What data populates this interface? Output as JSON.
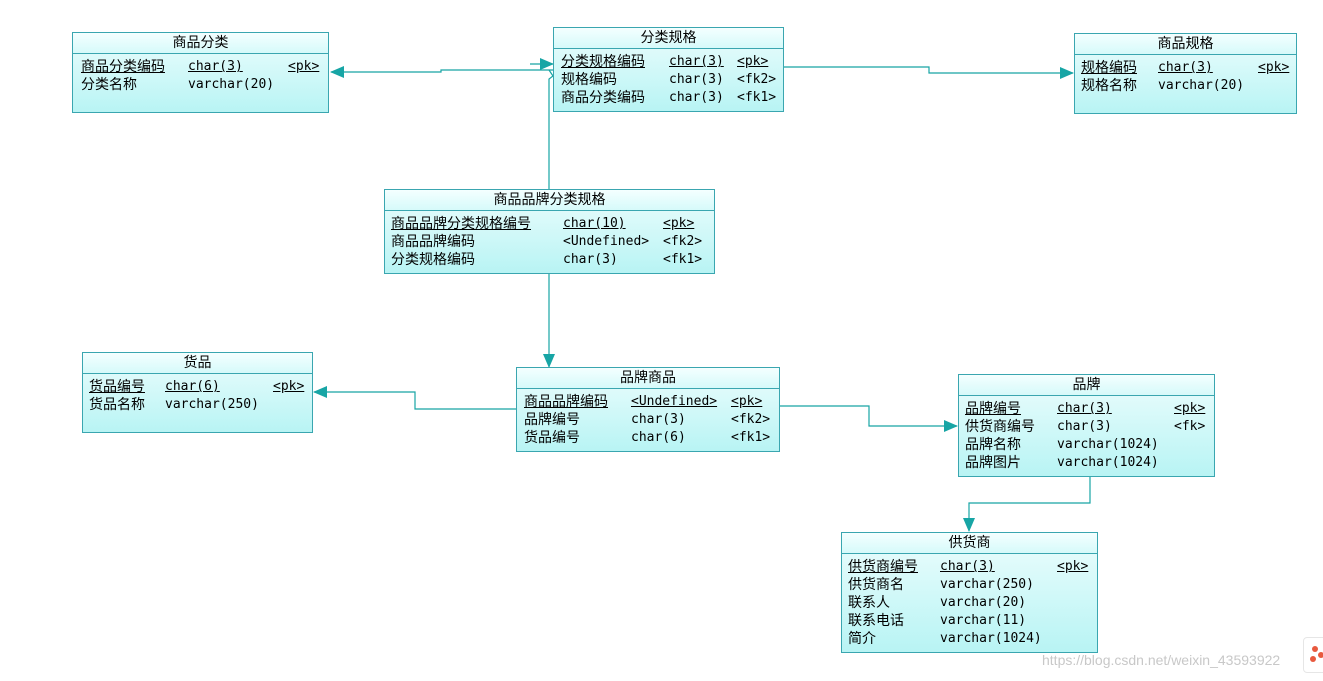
{
  "entities": {
    "category": {
      "title": "商品分类",
      "attrs": [
        {
          "name": "商品分类编码",
          "type": "char(3)",
          "key": "<pk>"
        },
        {
          "name": "分类名称",
          "type": "varchar(20)",
          "key": ""
        }
      ]
    },
    "category_spec": {
      "title": "分类规格",
      "attrs": [
        {
          "name": "分类规格编码",
          "type": "char(3)",
          "key": "<pk>"
        },
        {
          "name": "规格编码",
          "type": "char(3)",
          "key": "<fk2>"
        },
        {
          "name": "商品分类编码",
          "type": "char(3)",
          "key": "<fk1>"
        }
      ]
    },
    "spec": {
      "title": "商品规格",
      "attrs": [
        {
          "name": "规格编码",
          "type": "char(3)",
          "key": "<pk>"
        },
        {
          "name": "规格名称",
          "type": "varchar(20)",
          "key": ""
        }
      ]
    },
    "brand_category_spec": {
      "title": "商品品牌分类规格",
      "attrs": [
        {
          "name": "商品品牌分类规格编号",
          "type": "char(10)",
          "key": "<pk>"
        },
        {
          "name": "商品品牌编码",
          "type": "<Undefined>",
          "key": "<fk2>"
        },
        {
          "name": "分类规格编码",
          "type": "char(3)",
          "key": "<fk1>"
        }
      ]
    },
    "goods": {
      "title": "货品",
      "attrs": [
        {
          "name": "货品编号",
          "type": "char(6)",
          "key": "<pk>"
        },
        {
          "name": "货品名称",
          "type": "varchar(250)",
          "key": ""
        }
      ]
    },
    "brand_goods": {
      "title": "品牌商品",
      "attrs": [
        {
          "name": "商品品牌编码",
          "type": "<Undefined>",
          "key": "<pk>"
        },
        {
          "name": "品牌编号",
          "type": "char(3)",
          "key": "<fk2>"
        },
        {
          "name": "货品编号",
          "type": "char(6)",
          "key": "<fk1>"
        }
      ]
    },
    "brand": {
      "title": "品牌",
      "attrs": [
        {
          "name": "品牌编号",
          "type": "char(3)",
          "key": "<pk>"
        },
        {
          "name": "供货商编号",
          "type": "char(3)",
          "key": "<fk>"
        },
        {
          "name": "品牌名称",
          "type": "varchar(1024)",
          "key": ""
        },
        {
          "name": "品牌图片",
          "type": "varchar(1024)",
          "key": ""
        }
      ]
    },
    "supplier": {
      "title": "供货商",
      "attrs": [
        {
          "name": "供货商编号",
          "type": "char(3)",
          "key": "<pk>"
        },
        {
          "name": "供货商名",
          "type": "varchar(250)",
          "key": ""
        },
        {
          "name": "联系人",
          "type": "varchar(20)",
          "key": ""
        },
        {
          "name": "联系电话",
          "type": "varchar(11)",
          "key": ""
        },
        {
          "name": "简介",
          "type": "varchar(1024)",
          "key": ""
        }
      ]
    }
  },
  "watermark": "https://blog.csdn.net/weixin_43593922",
  "colors": {
    "line": "#17a5a5",
    "border": "#3aa6b0",
    "fill_top": "#ecfdfd",
    "fill_bottom": "#b8f4f4"
  }
}
